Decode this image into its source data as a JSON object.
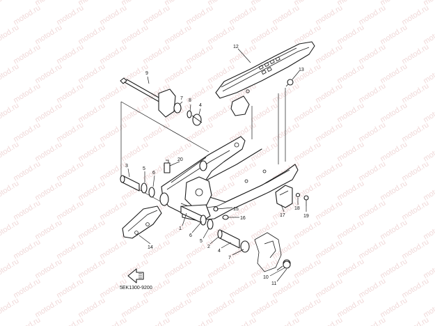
{
  "watermark": "motod.ru",
  "diagram_code": "5EK1300-9200",
  "callouts": {
    "c1": "1",
    "c2": "2",
    "c3": "3",
    "c4a": "4",
    "c4b": "4",
    "c5a": "5",
    "c5b": "5",
    "c6a": "6",
    "c6b": "6",
    "c7a": "7",
    "c7b": "7",
    "c8": "8",
    "c9": "9",
    "c10": "10",
    "c11": "11",
    "c12": "12",
    "c13": "13",
    "c14": "14",
    "c15": "15",
    "c16": "16",
    "c17": "17",
    "c18": "18",
    "c19": "19",
    "c20": "20"
  }
}
